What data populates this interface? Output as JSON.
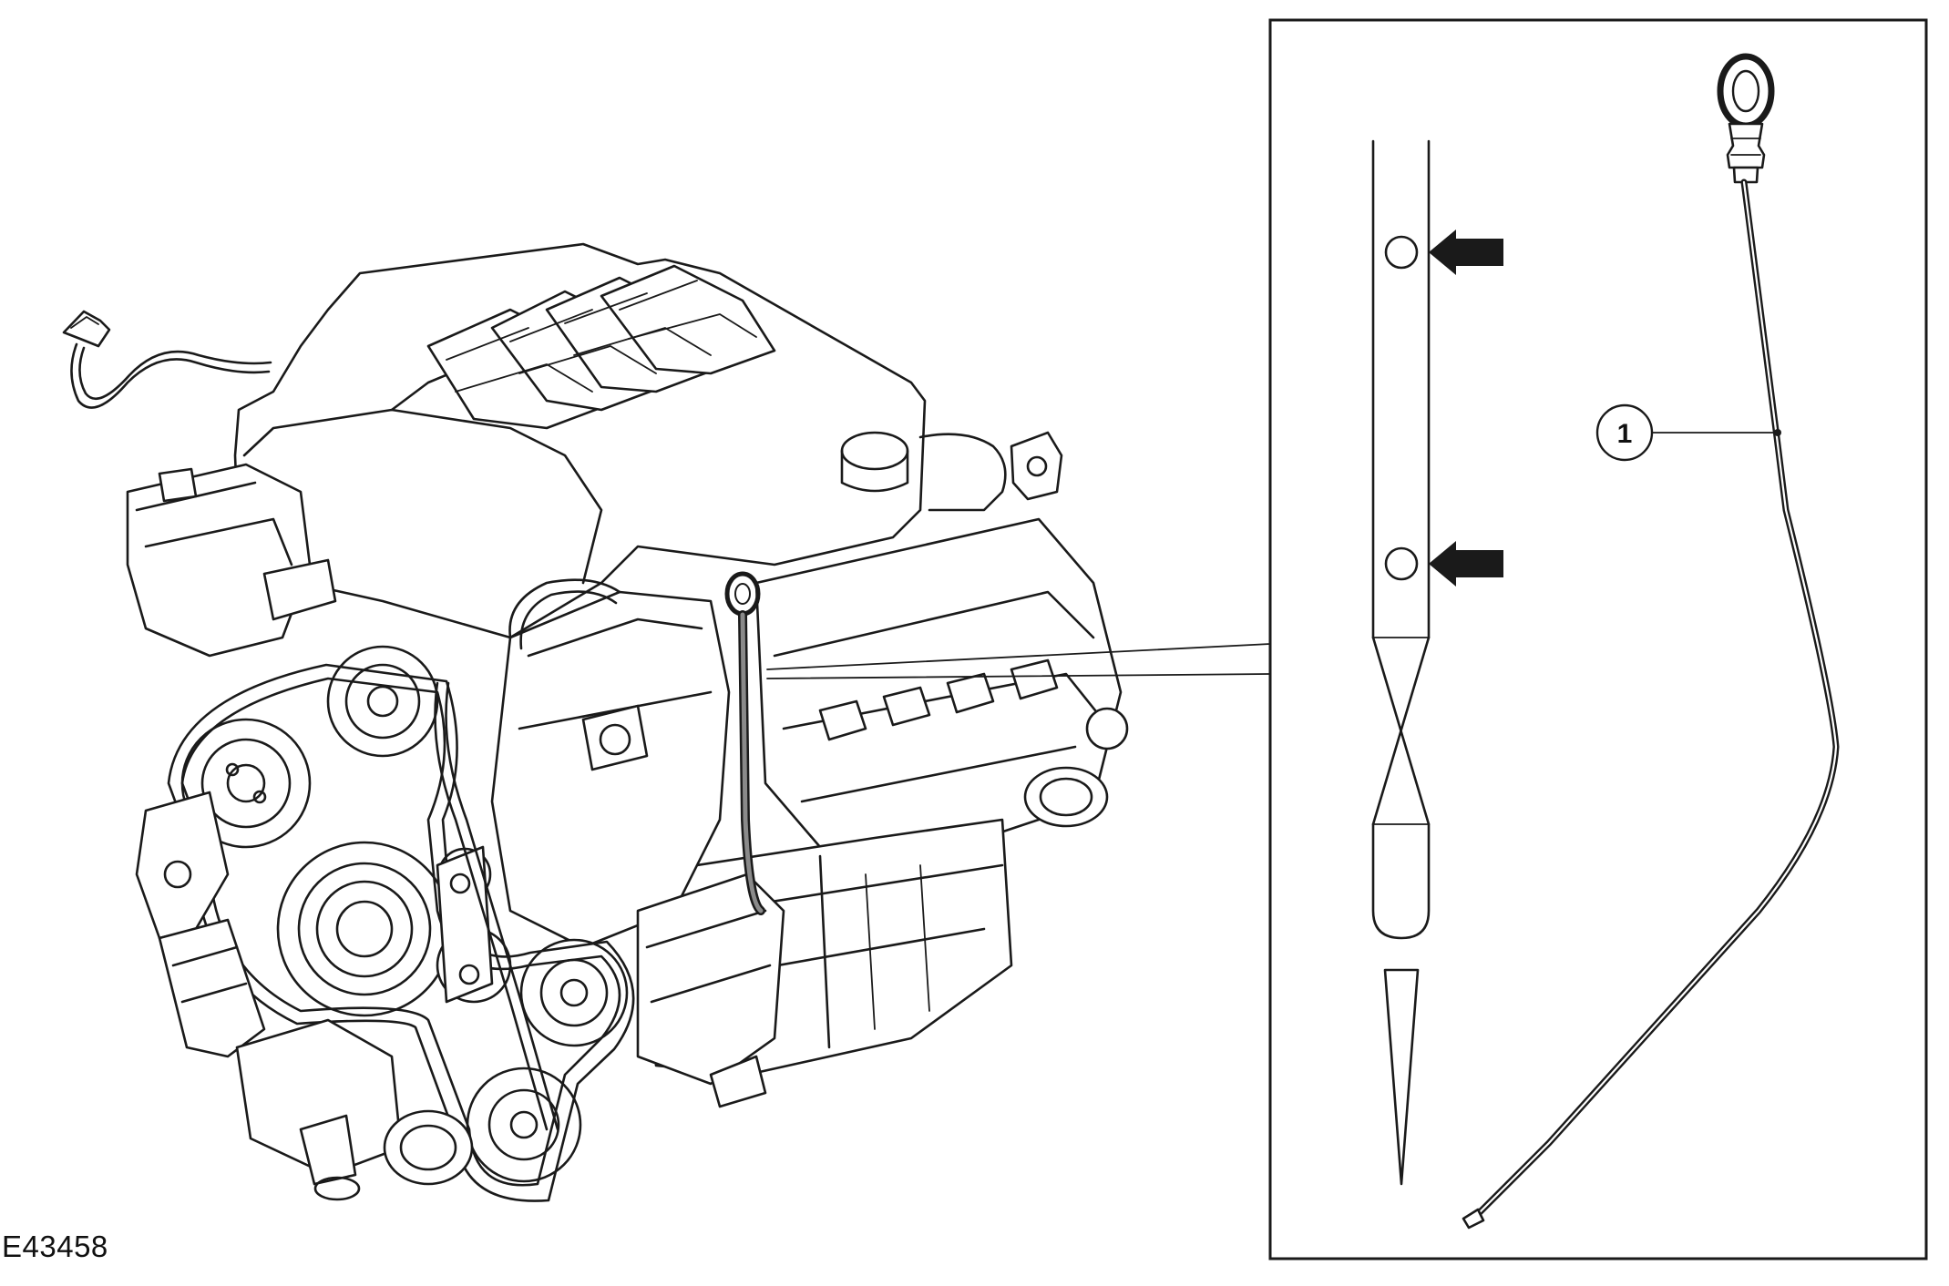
{
  "figure": {
    "id_label": "E43458"
  },
  "callouts": [
    {
      "number": "1",
      "name": "oil-level-dipstick"
    }
  ],
  "colors": {
    "line": "#1a1a1a",
    "background": "#ffffff",
    "dipstick_highlight": "#8a8a8a"
  }
}
